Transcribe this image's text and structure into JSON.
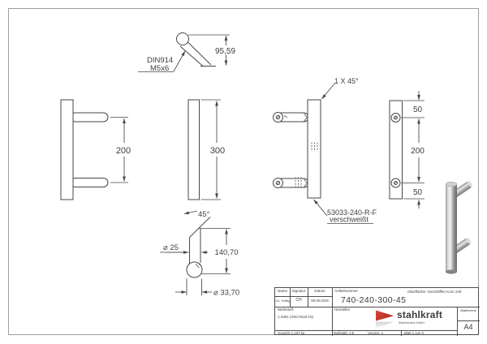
{
  "sheet": {
    "border_color": "#9e9e9e",
    "background": "#ffffff"
  },
  "drawing": {
    "line_color": "#474747",
    "screw_detail": {
      "note_line1": "DIN914",
      "note_line2": "M5x6",
      "height_dim": "95,59"
    },
    "side_view": {
      "spacing_dim": "200"
    },
    "front_view": {
      "length_dim": "300"
    },
    "end_detail": {
      "angle_dim": "45°",
      "post_dia_dim": "⌀ 25",
      "height_dim": "140,70",
      "tube_dia_dim": "⌀ 33,70"
    },
    "weld_view": {
      "chamfer_note": "1 X 45°",
      "part_note": "53033-240-R-F",
      "weld_note": "verschweißt"
    },
    "back_view": {
      "top_dim": "50",
      "middle_dim": "200",
      "bottom_dim": "50"
    }
  },
  "title_block": {
    "name_label": "Name",
    "signatur_label": "Signatur",
    "datum_label": "Datum",
    "name_value": "Ch. Höllig",
    "signatur_value": "CH",
    "datum_value": "06.06.2019",
    "artikelnummer_label": "Artikelnummer",
    "artikelnummer_value": "740-240-300-45",
    "oberflaeche_text": "Oberfläche:  Geschliffen Korn 240",
    "werkstoff_label": "Werkstoff:",
    "werkstoff_value": "1.4301 (X5CrNi18-10)",
    "hersteller_label": "Hersteller",
    "logo_text": "stahlkraft",
    "logo_tagline": "Stahlhandels GmbH",
    "blattformat_label": "Blattformat",
    "blattformat_value": "A4",
    "gewicht_text": "Gewicht 1.197 kg",
    "massstab_text": "Maßstab: 1:5",
    "version_text": "Version: 1",
    "blatt_text": "Blatt 1 von 5",
    "accent_color": "#c23a2b"
  }
}
